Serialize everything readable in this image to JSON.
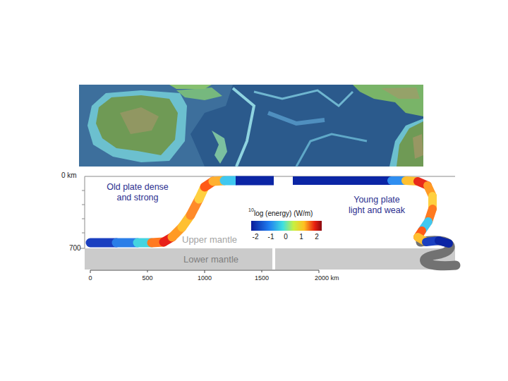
{
  "diagram": {
    "nodes": [
      {
        "text": [
          "Lower mantle"
        ]
      }
    ],
    "labels": [
      "0 km",
      "Old plate dense and strong",
      "Young plate light and weak",
      "10",
      "log (energy) (W/m)",
      "-2",
      "-1",
      "0",
      "1",
      "2",
      "Upper mantle",
      "700",
      "0",
      "500",
      "1000",
      "1500",
      "2000 km"
    ]
  }
}
